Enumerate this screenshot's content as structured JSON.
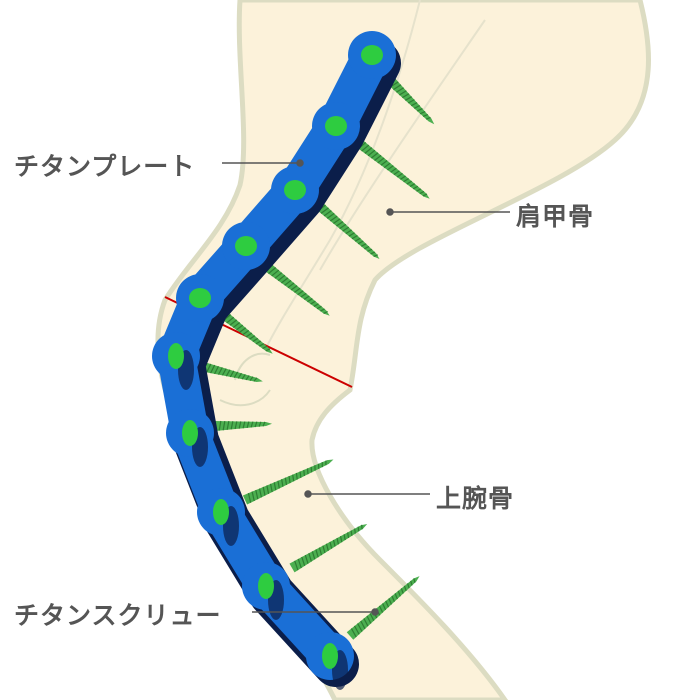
{
  "labels": {
    "plate": "チタンプレート",
    "scapula": "肩甲骨",
    "humerus": "上腕骨",
    "screw": "チタンスクリュー"
  },
  "colors": {
    "bone": "#fcf2da",
    "bone_outline": "#dcdcc2",
    "plate": "#1a6fd6",
    "plate_dark": "#0b1e4a",
    "hole": "#2ecc40",
    "screw": "#4caf50",
    "cut_line": "#cc0000",
    "label": "#555555"
  }
}
